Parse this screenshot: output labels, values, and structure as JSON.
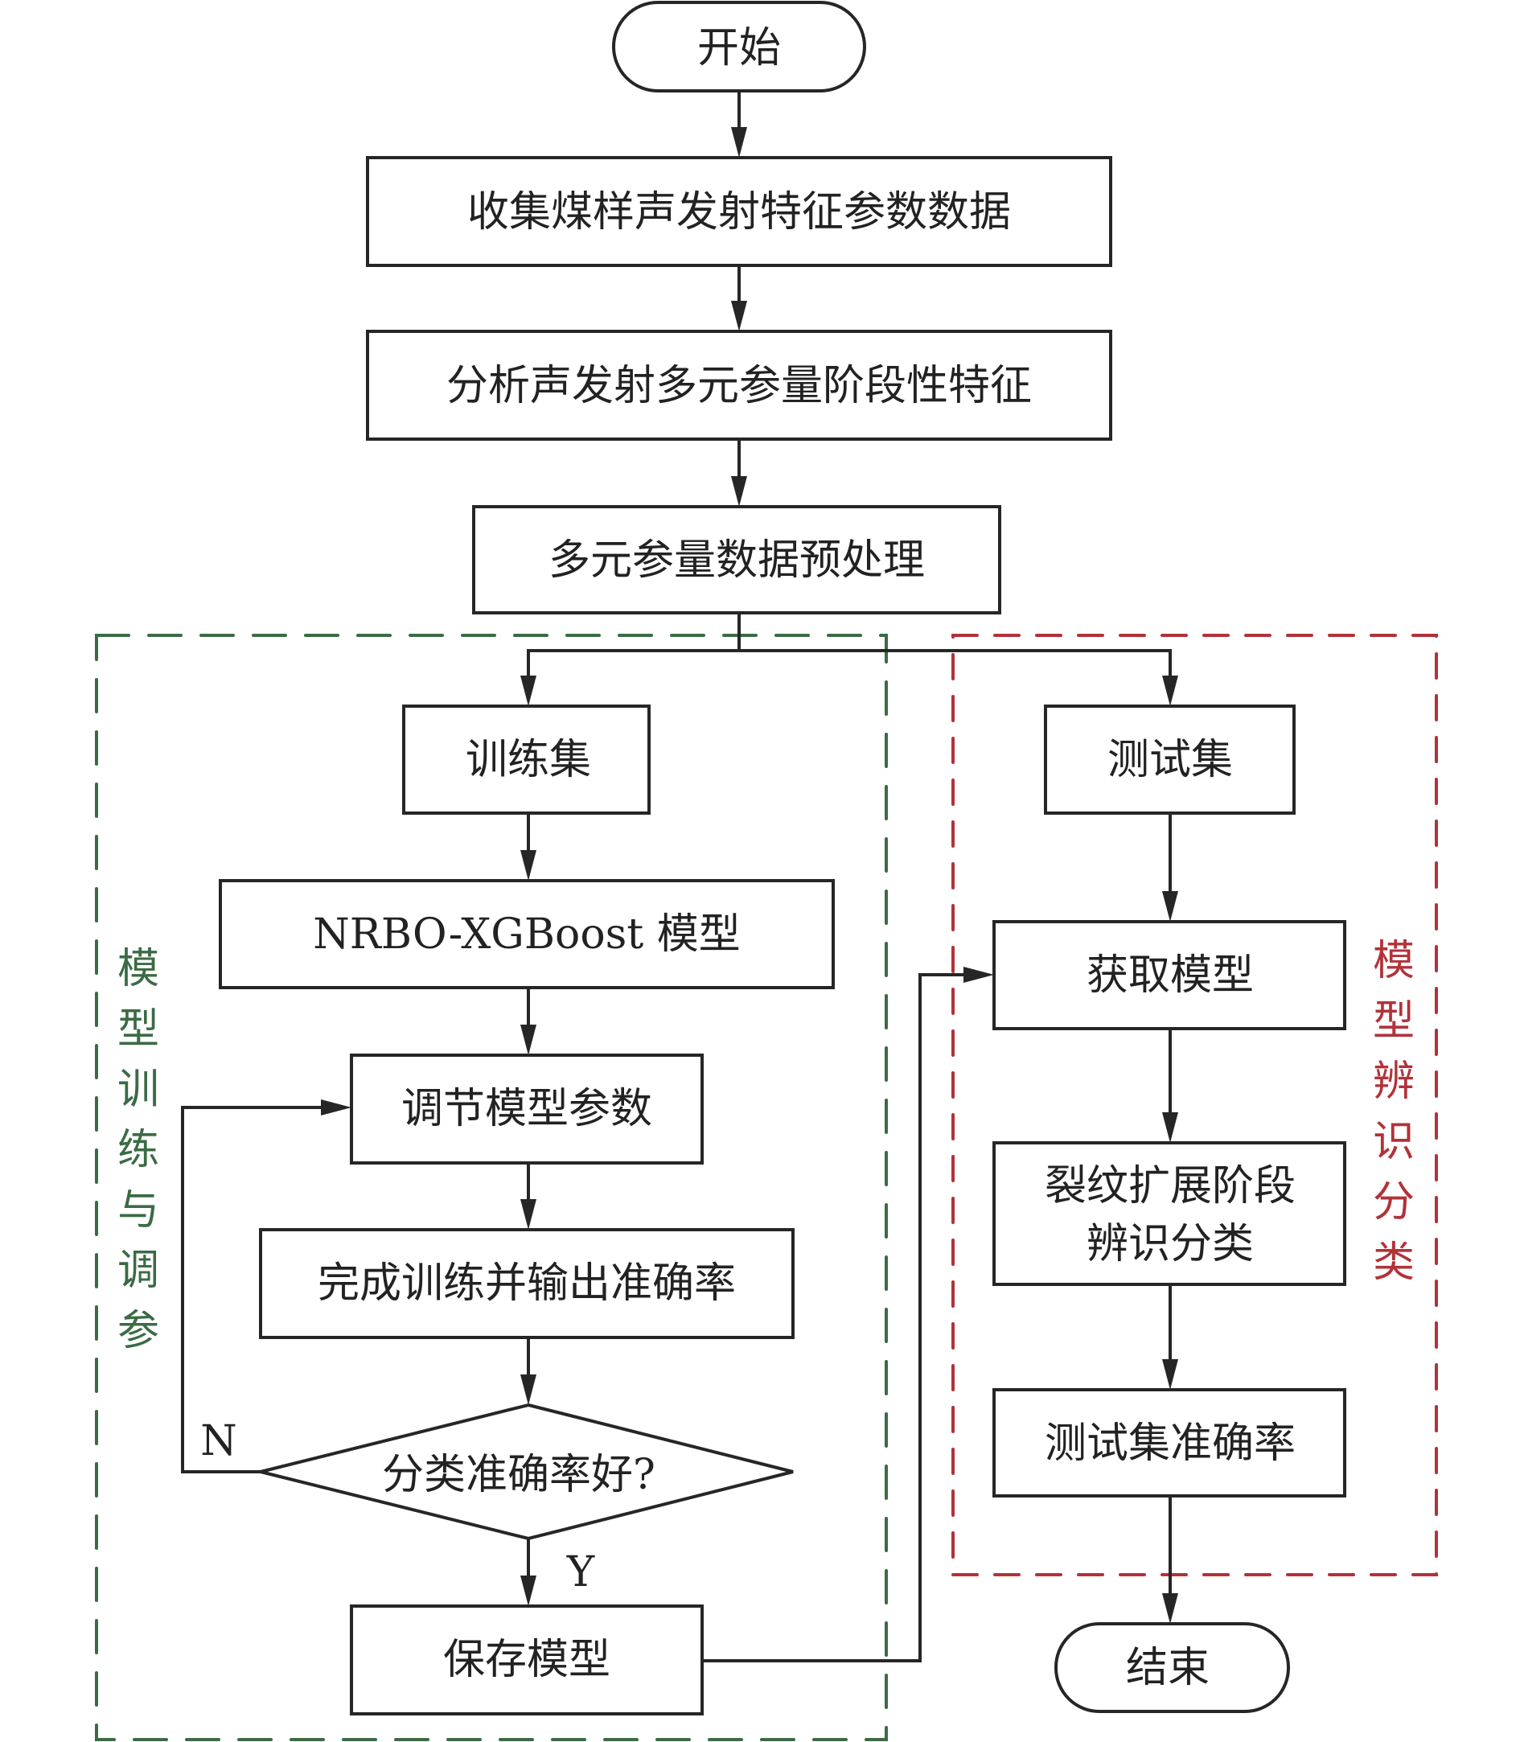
{
  "diagram": {
    "start": "开始",
    "end": "结束",
    "steps": {
      "collect": "收集煤样声发射特征参数数据",
      "analyze": "分析声发射多元参量阶段性特征",
      "preprocess": "多元参量数据预处理",
      "train_set": "训练集",
      "model": "NRBO-XGBoost 模型",
      "tune": "调节模型参数",
      "train_done": "完成训练并输出准确率",
      "decision": "分类准确率好?",
      "save": "保存模型",
      "test_set": "测试集",
      "get_model": "获取模型",
      "classify_line1": "裂纹扩展阶段",
      "classify_line2": "辨识分类",
      "test_acc": "测试集准确率"
    },
    "branch_labels": {
      "no": "N",
      "yes": "Y"
    },
    "groups": {
      "training": {
        "label": [
          "模",
          "型",
          "训",
          "练",
          "与",
          "调",
          "参"
        ],
        "color": "#3b6b45"
      },
      "identification": {
        "label": [
          "模",
          "型",
          "辨",
          "识",
          "分",
          "类"
        ],
        "color": "#b2323a"
      }
    },
    "line_color": "#262626"
  }
}
